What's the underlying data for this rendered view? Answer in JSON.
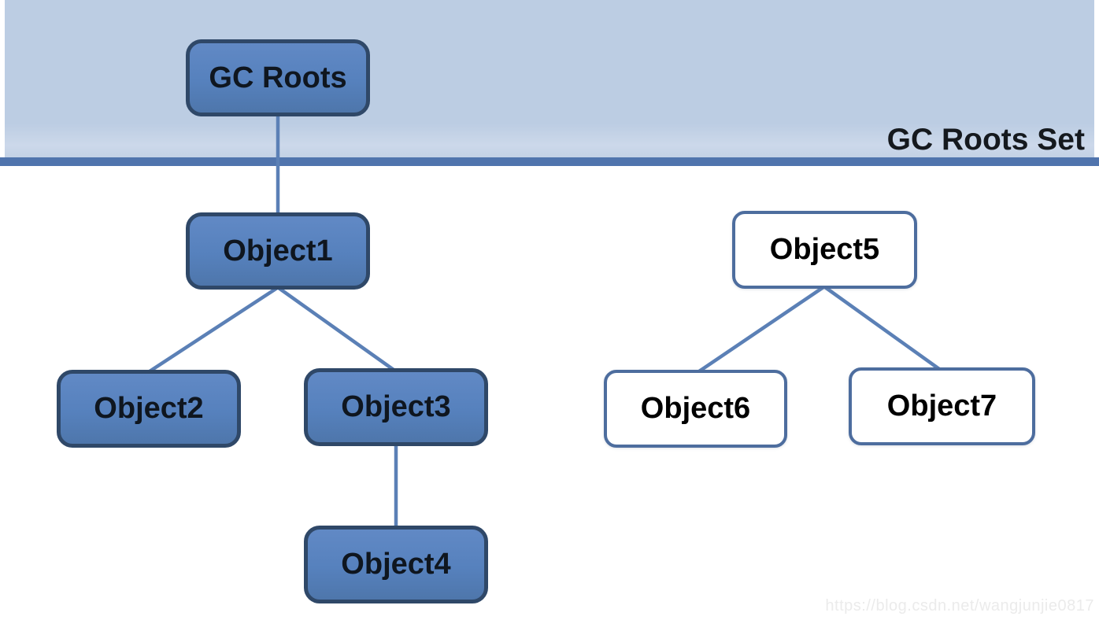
{
  "banner": {
    "label": "GC Roots Set"
  },
  "nodes": [
    {
      "id": "gc-roots",
      "label": "GC Roots",
      "type": "root"
    },
    {
      "id": "object1",
      "label": "Object1",
      "type": "reachable"
    },
    {
      "id": "object2",
      "label": "Object2",
      "type": "reachable"
    },
    {
      "id": "object3",
      "label": "Object3",
      "type": "reachable"
    },
    {
      "id": "object4",
      "label": "Object4",
      "type": "reachable"
    },
    {
      "id": "object5",
      "label": "Object5",
      "type": "unreachable"
    },
    {
      "id": "object6",
      "label": "Object6",
      "type": "unreachable"
    },
    {
      "id": "object7",
      "label": "Object7",
      "type": "unreachable"
    }
  ],
  "edges": [
    {
      "from": "gc-roots",
      "to": "object1"
    },
    {
      "from": "object1",
      "to": "object2"
    },
    {
      "from": "object1",
      "to": "object3"
    },
    {
      "from": "object3",
      "to": "object4"
    },
    {
      "from": "object5",
      "to": "object6"
    },
    {
      "from": "object5",
      "to": "object7"
    }
  ],
  "watermark": "https://blog.csdn.net/wangjunjie0817",
  "colors": {
    "banner_bg": "#bccde3",
    "divider": "#5074ad",
    "node_fill": "#5681bd",
    "node_fill_border": "#2f4868",
    "node_white_border": "#4d6d9e",
    "connector": "#5b80b6",
    "text": "#0f161f",
    "banner_text": "#15191e",
    "watermark": "#ebebeb"
  }
}
